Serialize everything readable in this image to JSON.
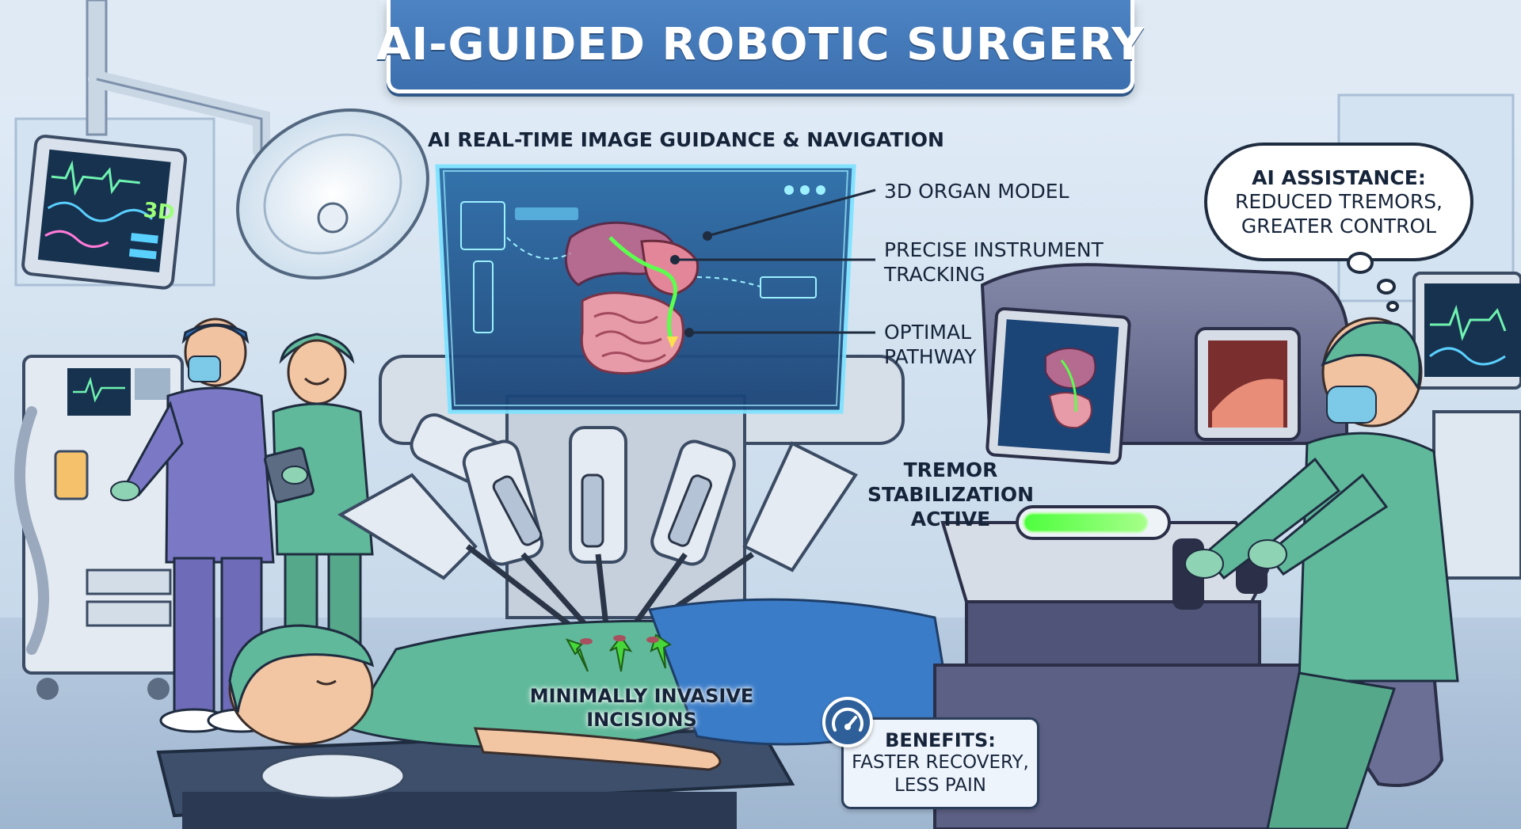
{
  "title": "AI-GUIDED ROBOTIC SURGERY",
  "guidance_heading": "AI REAL-TIME IMAGE GUIDANCE & NAVIGATION",
  "callouts": {
    "organ_model": "3D ORGAN MODEL",
    "tracking_line1": "PRECISE INSTRUMENT",
    "tracking_line2": "TRACKING",
    "pathway_line1": "OPTIMAL",
    "pathway_line2": "PATHWAY"
  },
  "monitor_badge": "3D",
  "ai_assistance": {
    "title": "AI ASSISTANCE:",
    "line1": "REDUCED TREMORS,",
    "line2": "GREATER CONTROL"
  },
  "tremor": {
    "line1": "TREMOR",
    "line2": "STABILIZATION",
    "line3": "ACTIVE"
  },
  "incisions": {
    "line1": "MINIMALLY INVASIVE",
    "line2": "INCISIONS"
  },
  "benefits": {
    "title": "BENEFITS:",
    "line1": "FASTER RECOVERY,",
    "line2": "LESS PAIN"
  },
  "colors": {
    "banner": "#3c6fae",
    "hologram": "#6fd8ff",
    "scrubs_green": "#5fb99a",
    "scrubs_purple": "#7b79c6",
    "indicator_green": "#5cff4d",
    "arrow_green": "#46d83a"
  }
}
